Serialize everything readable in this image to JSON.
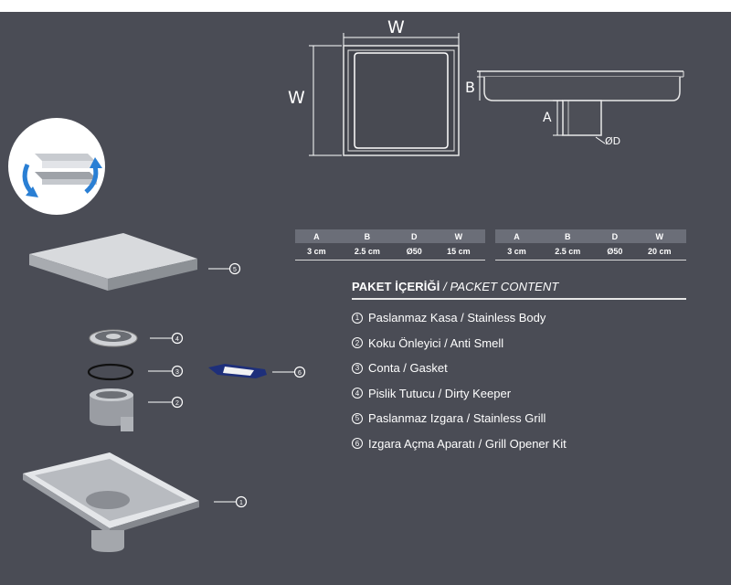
{
  "diagram": {
    "width_top": "W",
    "width_left": "W",
    "label_b": "B",
    "label_a": "A",
    "label_d": "ØD"
  },
  "tables": [
    {
      "headers": [
        "A",
        "B",
        "D",
        "W"
      ],
      "values": [
        "3 cm",
        "2.5 cm",
        "Ø50",
        "15 cm"
      ]
    },
    {
      "headers": [
        "A",
        "B",
        "D",
        "W"
      ],
      "values": [
        "3 cm",
        "2.5 cm",
        "Ø50",
        "20 cm"
      ]
    }
  ],
  "content": {
    "title": "PAKET İÇERİĞİ",
    "subtitle": " / PACKET CONTENT",
    "items": [
      {
        "num": "1",
        "label": "Paslanmaz Kasa / Stainless Body"
      },
      {
        "num": "2",
        "label": "Koku Önleyici / Anti Smell"
      },
      {
        "num": "3",
        "label": "Conta / Gasket"
      },
      {
        "num": "4",
        "label": "Pislik Tutucu / Dirty Keeper"
      },
      {
        "num": "5",
        "label": "Paslanmaz Izgara / Stainless Grill"
      },
      {
        "num": "6",
        "label": "Izgara Açma Aparatı / Grill Opener Kit"
      }
    ]
  },
  "callouts": [
    "5",
    "4",
    "3",
    "2",
    "1",
    "6"
  ]
}
